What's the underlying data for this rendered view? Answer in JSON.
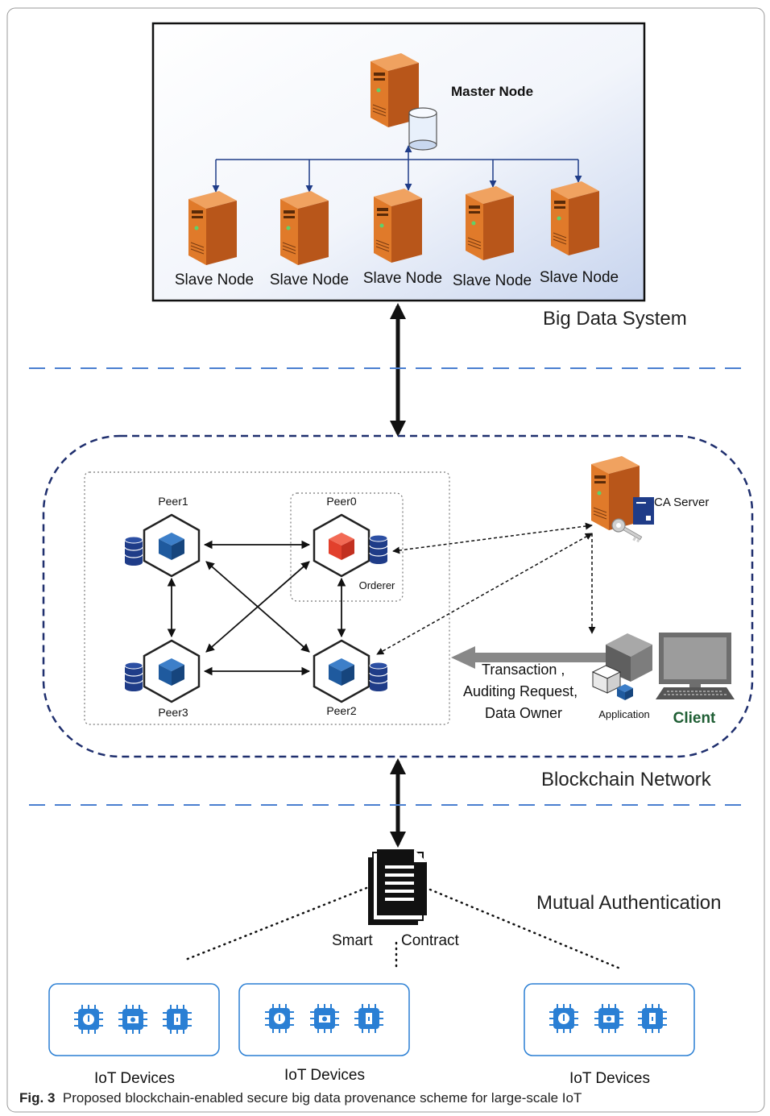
{
  "big_data": {
    "master_label": "Master Node",
    "slaves": [
      "Slave Node",
      "Slave Node",
      "Slave Node",
      "Slave Node",
      "Slave Node"
    ],
    "section_label": "Big Data System"
  },
  "blockchain": {
    "peers": [
      "Peer1",
      "Peer0",
      "Peer3",
      "Peer2"
    ],
    "orderer_label": "Orderer",
    "ca_label": "CA Server",
    "tx_lines": [
      "Transaction ,",
      "Auditing Request,",
      "Data Owner"
    ],
    "application_label": "Application",
    "client_label": "Client",
    "section_label": "Blockchain Network"
  },
  "contract": {
    "label_left": "Smart",
    "label_right": "Contract",
    "section_label": "Mutual Authentication"
  },
  "iot": {
    "groups": [
      "IoT Devices",
      "IoT Devices",
      "IoT Devices"
    ]
  },
  "caption": {
    "prefix": "Fig. 3",
    "text": "Proposed blockchain-enabled secure big data provenance scheme for large-scale IoT"
  },
  "colors": {
    "server_orange": "#e07a2a",
    "node_blue": "#1f5a9e",
    "orderer_red": "#e2402c",
    "arrow_blue": "#1f3c88",
    "dash_blue": "#4a7fd0",
    "iot_blue": "#2a7fd4",
    "client_green": "#1f5e34"
  }
}
